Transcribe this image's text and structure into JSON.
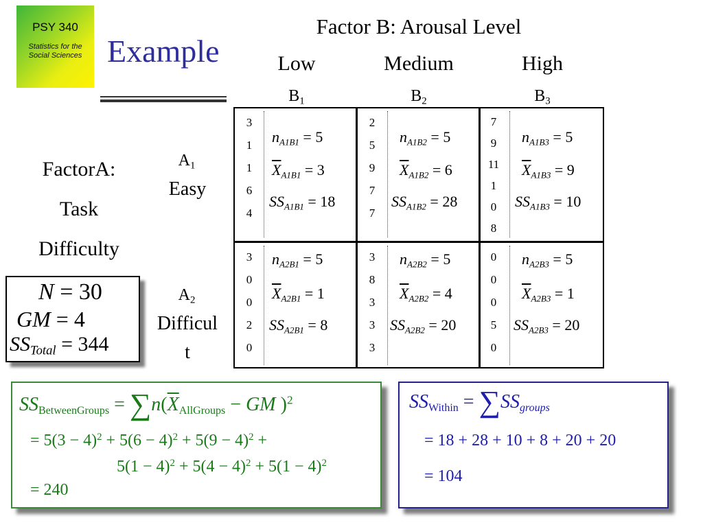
{
  "logo": {
    "course": "PSY 340",
    "subtitle_line1": "Statistics for the",
    "subtitle_line2": "Social Sciences"
  },
  "title": "Example",
  "factor_b": {
    "title": "Factor B: Arousal Level",
    "levels": [
      {
        "name": "Low",
        "sym": "B",
        "idx": "1"
      },
      {
        "name": "Medium",
        "sym": "B",
        "idx": "2"
      },
      {
        "name": "High",
        "sym": "B",
        "idx": "3"
      }
    ]
  },
  "factor_a": {
    "title_lines": [
      "FactorA:",
      "Task",
      "Difficulty"
    ],
    "levels": [
      {
        "sym": "A",
        "idx": "1",
        "name_lines": [
          "Easy"
        ]
      },
      {
        "sym": "A",
        "idx": "2",
        "name_lines": [
          "Difficul",
          "t"
        ]
      }
    ]
  },
  "cells": [
    [
      {
        "scores": [
          "3",
          "1",
          "1",
          "6",
          "4"
        ],
        "sub": "A1B1",
        "n": "5",
        "mean": "3",
        "ss": "18"
      },
      {
        "scores": [
          "2",
          "5",
          "9",
          "7",
          "7"
        ],
        "sub": "A1B2",
        "n": "5",
        "mean": "6",
        "ss": "28"
      },
      {
        "scores": [
          "7",
          "9",
          "11",
          "1",
          "0",
          "8"
        ],
        "sub": "A1B3",
        "n": "5",
        "mean": "9",
        "ss": "10"
      }
    ],
    [
      {
        "scores": [
          "3",
          "0",
          "0",
          "2",
          "0"
        ],
        "sub": "A2B1",
        "n": "5",
        "mean": "1",
        "ss": "8"
      },
      {
        "scores": [
          "3",
          "8",
          "3",
          "3",
          "3"
        ],
        "sub": "A2B2",
        "n": "5",
        "mean": "4",
        "ss": "20"
      },
      {
        "scores": [
          "0",
          "0",
          "0",
          "5",
          "0"
        ],
        "sub": "A2B3",
        "n": "5",
        "mean": "1",
        "ss": "20"
      }
    ]
  ],
  "labels": {
    "n": "n",
    "mean": "X",
    "ss": "SS"
  },
  "totals": {
    "N_label": "N",
    "N": "30",
    "GM_label": "GM",
    "GM": "4",
    "ss_label": "SS",
    "ss_sub": "Total",
    "ss_total": "344"
  },
  "between": {
    "lhs": "SS",
    "lhs_sub": "BetweenGroups",
    "sum_sym": "∑",
    "n": "n",
    "xbar": "X",
    "xbar_sub": "AllGroups",
    "gm": "GM",
    "exp": "2",
    "line1": "= 5(3 − 4)",
    "line1b": " + 5(6 − 4)",
    "line1c": " + 5(9 − 4)",
    "line1d": " +",
    "line2": "5(1 − 4)",
    "line2b": " + 5(4 − 4)",
    "line2c": " + 5(1 − 4)",
    "result": "= 240"
  },
  "within": {
    "lhs": "SS",
    "lhs_sub": "Within",
    "sum_sym": "∑",
    "rhs": "SS",
    "rhs_sub": "groups",
    "line1": "= 18 + 28 + 10 + 8 + 20 + 20",
    "result": "= 104"
  },
  "colors": {
    "title": "#2d2d9b",
    "within_border": "#22228a",
    "between_border": "#3a8a3a"
  }
}
